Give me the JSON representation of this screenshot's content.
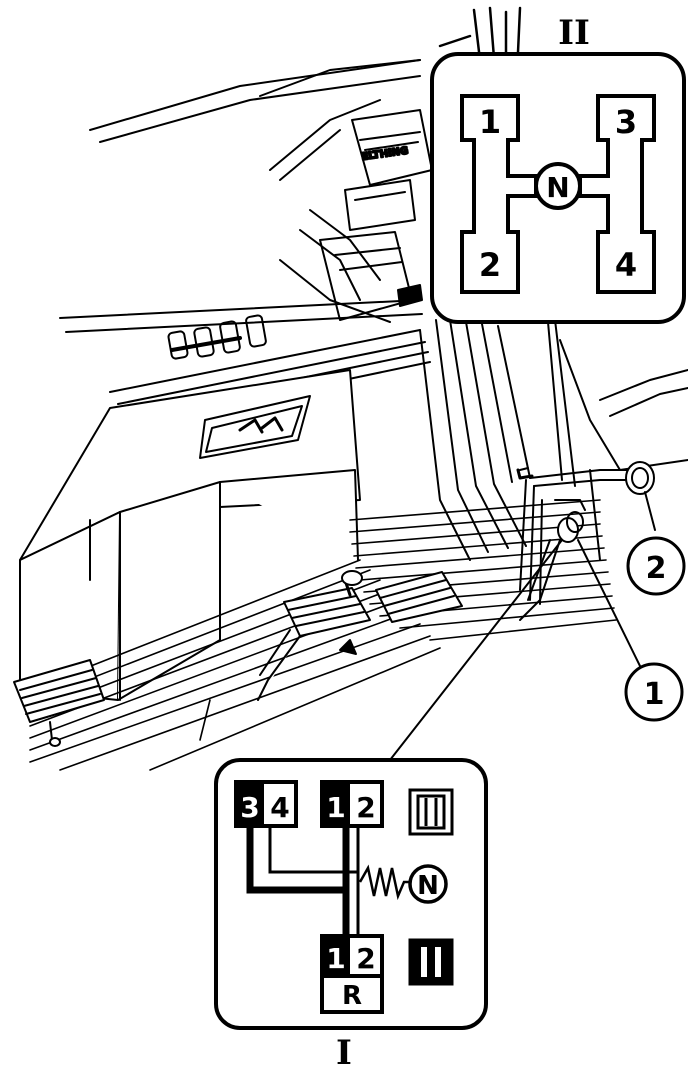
{
  "figure_labels": {
    "top": "II",
    "bottom": "I"
  },
  "callouts": [
    {
      "number": "1"
    },
    {
      "number": "2"
    }
  ],
  "range_pattern": {
    "gears": [
      "1",
      "3",
      "2",
      "4"
    ],
    "neutral": "N"
  },
  "gear_pattern": {
    "upper_left": [
      "3",
      "4"
    ],
    "upper_right": [
      "1",
      "2"
    ],
    "lower": [
      "1",
      "2"
    ],
    "reverse": "R",
    "neutral": "N",
    "high_range_glyph": "high-range-tortoise-icon",
    "low_range_glyph": "low-range-rabbit-icon"
  }
}
